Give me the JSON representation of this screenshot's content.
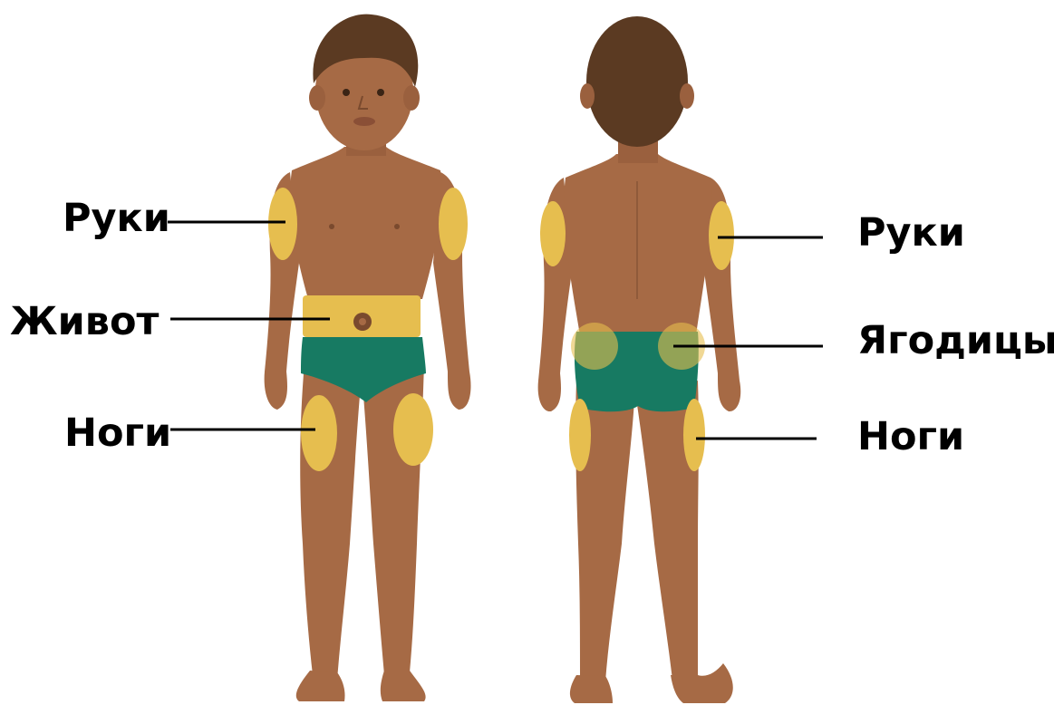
{
  "labels": {
    "front": {
      "arms": "Руки",
      "belly": "Живот",
      "legs": "Ноги"
    },
    "back": {
      "arms": "Руки",
      "buttocks": "Ягодицы",
      "legs": "Ноги"
    }
  },
  "colors": {
    "skin": "#a66a45",
    "skin_shadow": "#8f5a3a",
    "hair": "#5b3a22",
    "underwear": "#177a62",
    "injection_zone": "#e6be4f",
    "leader_line": "#000000",
    "background": "#ffffff"
  }
}
